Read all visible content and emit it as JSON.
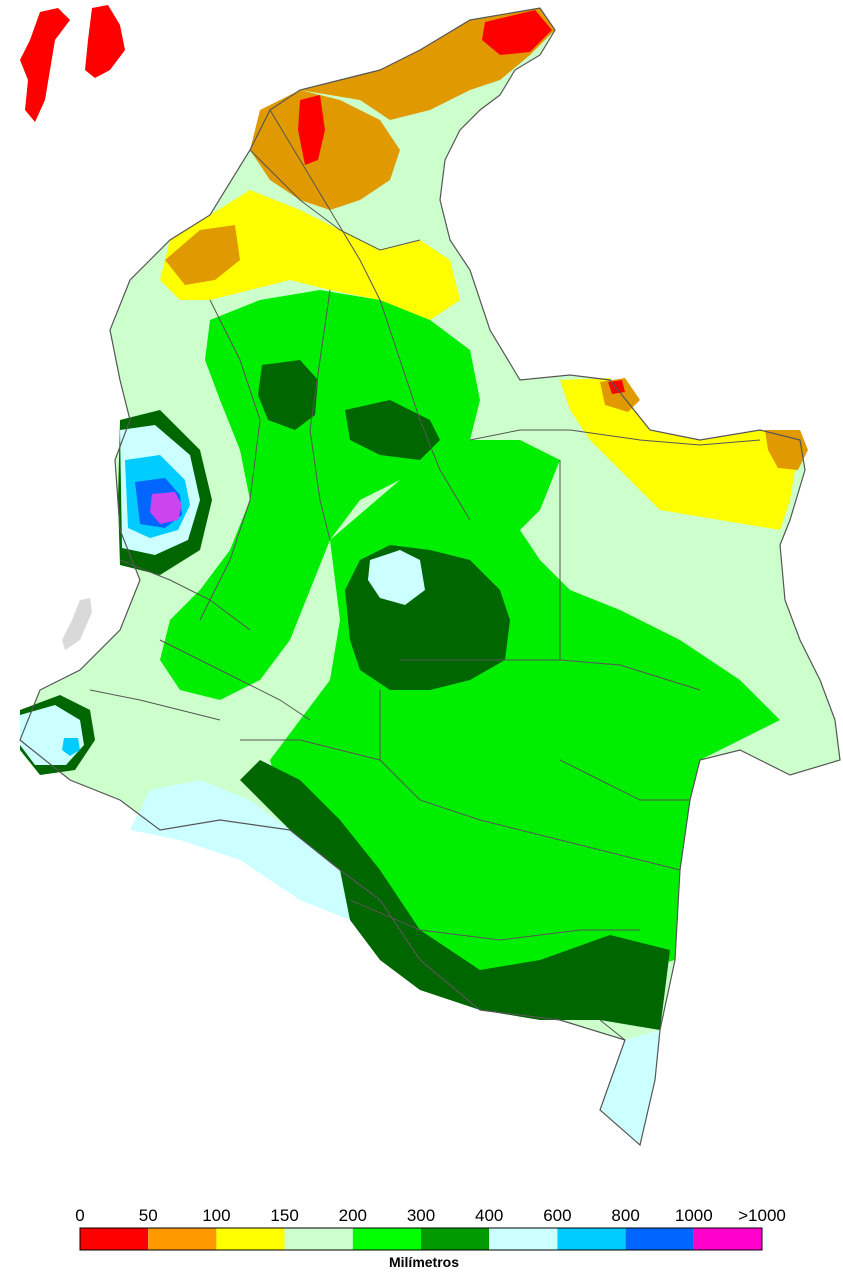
{
  "legend": {
    "title": "Milímetros",
    "tick_labels": [
      "0",
      "50",
      "100",
      "150",
      "200",
      "300",
      "400",
      "600",
      "800",
      "1000",
      ">1000"
    ],
    "colors": [
      "#ff0000",
      "#ff9900",
      "#ffff00",
      "#ccffcc",
      "#00ff00",
      "#009900",
      "#ccffff",
      "#00ccff",
      "#0066ff",
      "#ff00cc"
    ],
    "outline_color": "#000000"
  },
  "map": {
    "colors": {
      "c0_50": "#ff0000",
      "c50_100": "#e09a00",
      "c100_150": "#ffff00",
      "c150_200": "#ccffcc",
      "c200_300": "#00ee00",
      "c300_400": "#006600",
      "c400_600": "#ccffff",
      "c600_800": "#00ccff",
      "c800_1000": "#0066ff",
      "c1000_plus": "#cc44ee",
      "no_data": "#d9d9d9",
      "border": "#555555"
    }
  }
}
